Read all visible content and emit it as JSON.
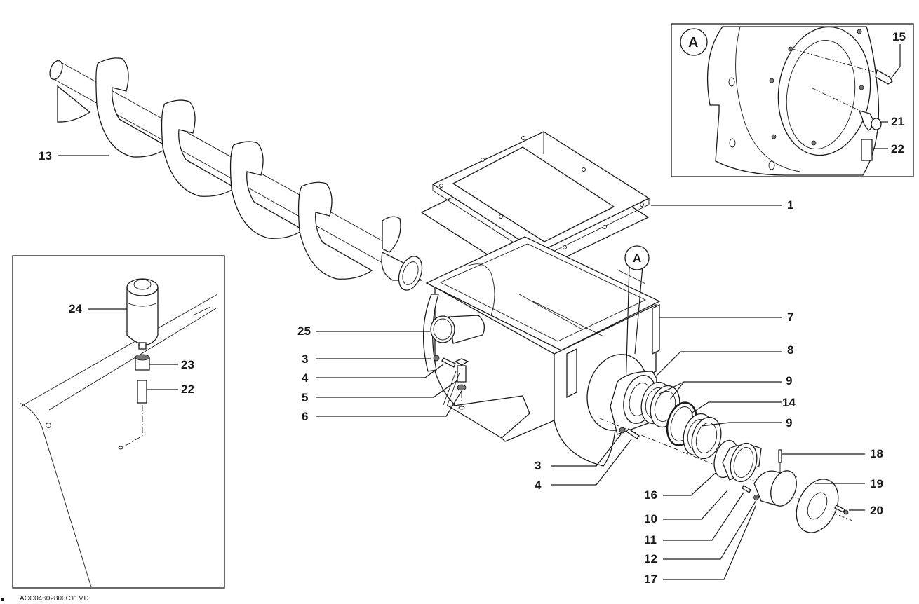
{
  "figure": {
    "reference_code": "ACC04602800C11MD",
    "detail_marker": "A"
  },
  "callouts": {
    "p1": "1",
    "p3a": "3",
    "p4a": "4",
    "p5": "5",
    "p6": "6",
    "p7": "7",
    "p8": "8",
    "p9a": "9",
    "p14": "14",
    "p9b": "9",
    "p3b": "3",
    "p4b": "4",
    "p16": "16",
    "p10": "10",
    "p11": "11",
    "p12": "12",
    "p17": "17",
    "p18": "18",
    "p19": "19",
    "p20": "20",
    "p13": "13",
    "p25": "25"
  },
  "detail_a_inset": {
    "title": "A",
    "callouts": {
      "p15": "15",
      "p21": "21",
      "p22": "22"
    }
  },
  "lubricator_inset": {
    "callouts": {
      "p24": "24",
      "p23": "23",
      "p22": "22"
    }
  }
}
